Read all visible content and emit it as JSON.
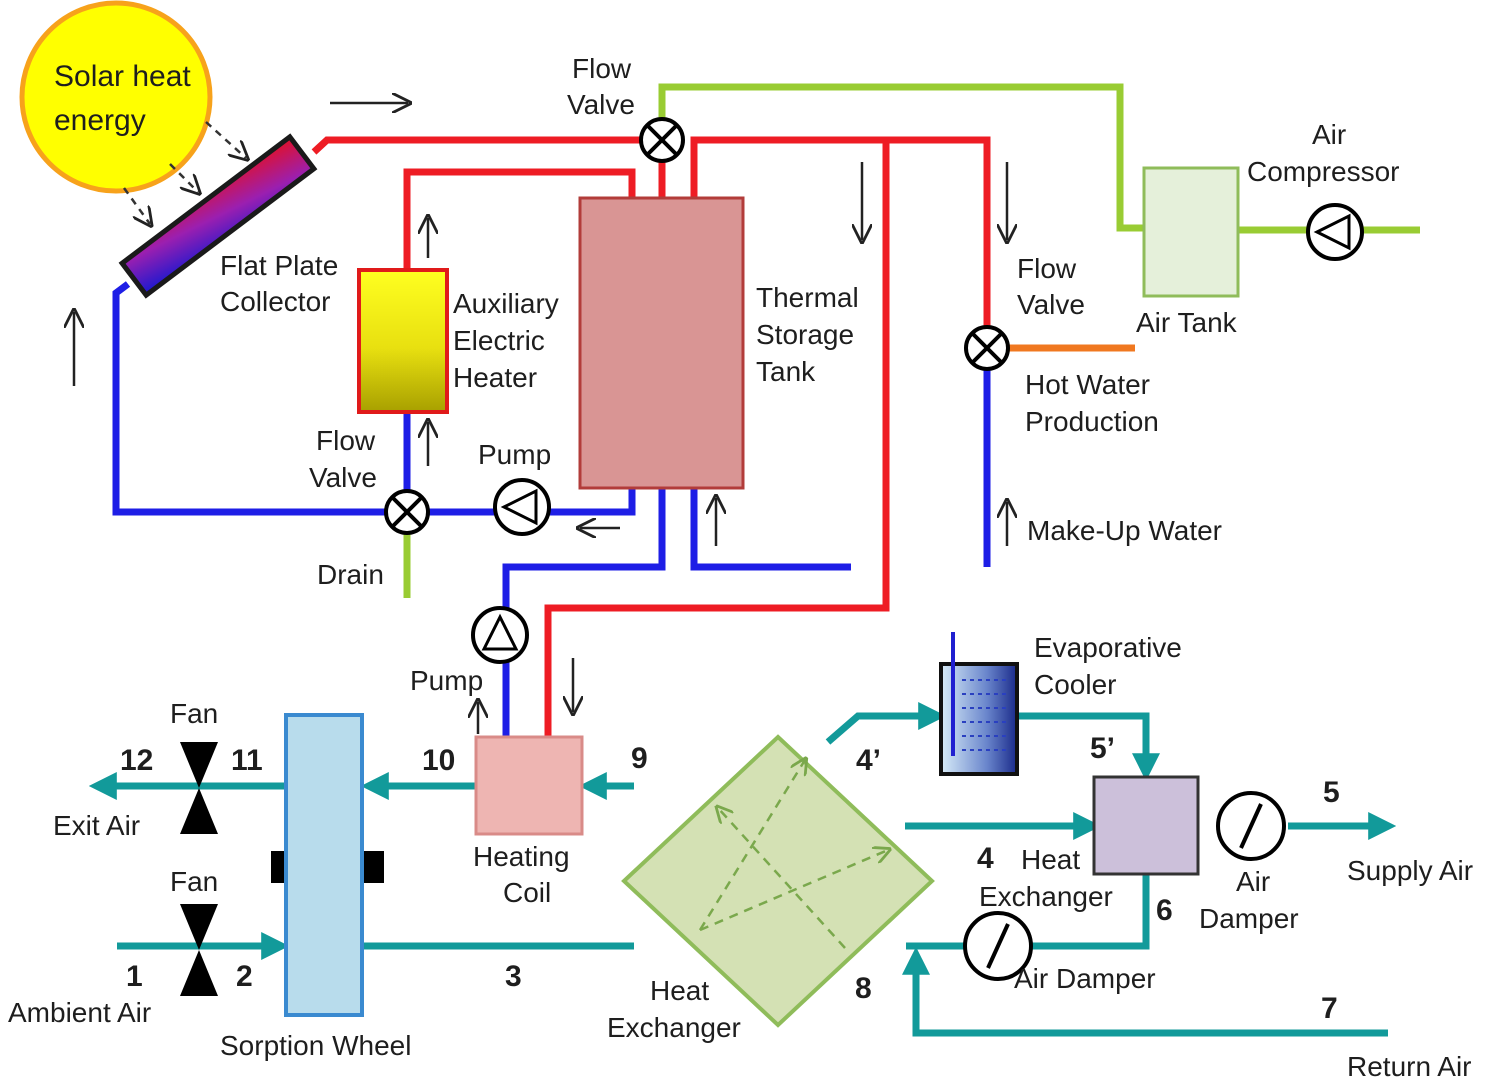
{
  "colors": {
    "hot_pipe": "#ee1c24",
    "cold_pipe": "#1e1ee6",
    "air_pipe": "#99cc33",
    "air_stream": "#129a9a",
    "hot_water": "#f07820",
    "sun_fill": "#ffff00",
    "sun_border": "#f7a21b"
  },
  "sun": {
    "line1": "Solar heat",
    "line2": "energy"
  },
  "labels": {
    "flow_valve_top_1": "Flow",
    "flow_valve_top_2": "Valve",
    "air_compressor_1": "Air",
    "air_compressor_2": "Compressor",
    "collector_1": "Flat Plate",
    "collector_2": "Collector",
    "aux_1": "Auxiliary",
    "aux_2": "Electric",
    "aux_3": "Heater",
    "tank_1": "Thermal",
    "tank_2": "Storage",
    "tank_3": "Tank",
    "flow_valve_right_1": "Flow",
    "flow_valve_right_2": "Valve",
    "air_tank": "Air Tank",
    "hot_water_1": "Hot Water",
    "hot_water_2": "Production",
    "flow_valve_left_1": "Flow",
    "flow_valve_left_2": "Valve",
    "pump_top": "Pump",
    "makeup_water": "Make-Up Water",
    "drain": "Drain",
    "pump_left": "Pump",
    "evap_1": "Evaporative",
    "evap_2": "Cooler",
    "fan_top": "Fan",
    "fan_bottom": "Fan",
    "exit_air": "Exit Air",
    "heating_coil_1": "Heating",
    "heating_coil_2": "Coil",
    "hx_small_1": "Heat",
    "hx_small_2": "Exchanger",
    "air_damper_right_1": "Air",
    "air_damper_right_2": "Damper",
    "supply_air": "Supply Air",
    "air_damper_bottom": "Air Damper",
    "ambient_air": "Ambient Air",
    "sorption_wheel": "Sorption Wheel",
    "hx_big_1": "Heat",
    "hx_big_2": "Exchanger",
    "return_air": "Return Air"
  },
  "numbers": {
    "n1": "1",
    "n2": "2",
    "n3": "3",
    "n4": "4",
    "n4p": "4’",
    "n5": "5",
    "n5p": "5’",
    "n6": "6",
    "n7": "7",
    "n8": "8",
    "n9": "9",
    "n10": "10",
    "n11": "11",
    "n12": "12"
  }
}
